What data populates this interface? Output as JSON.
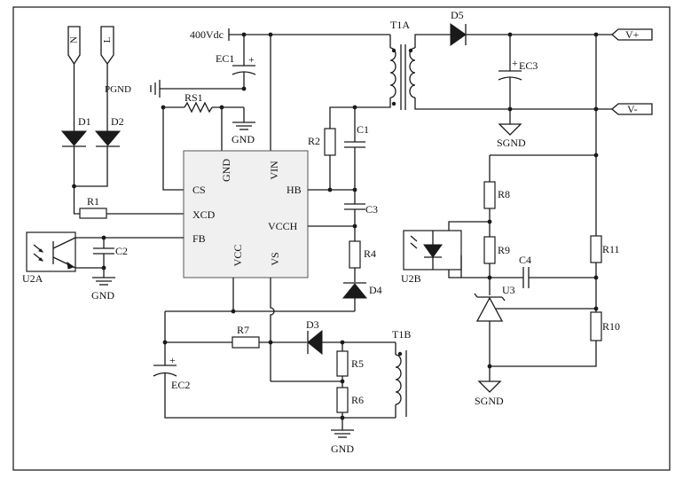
{
  "labels": {
    "n": "N",
    "l": "L",
    "d1": "D1",
    "d2": "D2",
    "pgnd": "PGND",
    "rs1": "RS1",
    "gnd_top": "GND",
    "v400": "400Vdc",
    "ec1": "EC1",
    "t1a": "T1A",
    "d5": "D5",
    "vplus": "V+",
    "ec3": "EC3",
    "vminus": "V-",
    "sgnd_top": "SGND",
    "r2": "R2",
    "c1": "C1",
    "ic_cs": "CS",
    "ic_gnd": "GND",
    "ic_vin": "VIN",
    "ic_hb": "HB",
    "ic_xcd": "XCD",
    "ic_fb": "FB",
    "ic_vcch": "VCCH",
    "ic_vcc": "VCC",
    "ic_vs": "VS",
    "r1": "R1",
    "c2": "C2",
    "u2a": "U2A",
    "gnd_left": "GND",
    "c3": "C3",
    "r4": "R4",
    "d4": "D4",
    "r8": "R8",
    "r9": "R9",
    "c4": "C4",
    "u2b": "U2B",
    "u3": "U3",
    "r11": "R11",
    "r10": "R10",
    "sgnd_bot": "SGND",
    "d3": "D3",
    "r7": "R7",
    "t1b": "T1B",
    "ec2": "EC2",
    "r5": "R5",
    "r6": "R6",
    "gnd_bot": "GND",
    "plus_ec1": "+",
    "plus_ec3": "+",
    "plus_ec2": "+"
  }
}
